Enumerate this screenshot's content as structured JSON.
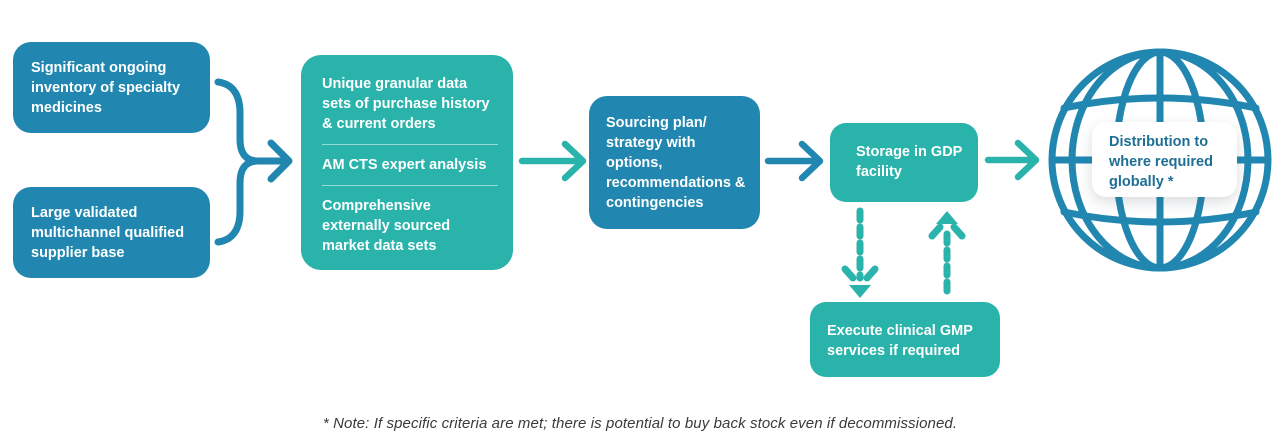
{
  "colors": {
    "blue": "#2187b0",
    "teal": "#2ab3ab",
    "label_text": "#1d6f93",
    "note_text": "#3a3a3a",
    "divider": "rgba(255,255,255,0.5)"
  },
  "flow": {
    "inputs": [
      {
        "label": "Significant ongoing inventory of specialty medicines"
      },
      {
        "label": "Large validated multichannel qualified supplier base"
      }
    ],
    "analysis_items": [
      "Unique granular data sets of purchase history & current orders",
      "AM CTS expert analysis",
      "Comprehensive externally sourced market data sets"
    ],
    "sourcing_plan": "Sourcing plan/ strategy with options, recommendations & contingencies",
    "storage": "Storage in GDP facility",
    "gmp_services": "Execute clinical GMP services if required",
    "distribution": "Distribution to where required globally *"
  },
  "footnote": "* Note: If specific criteria are met; there is potential to buy back stock even if decommissioned."
}
